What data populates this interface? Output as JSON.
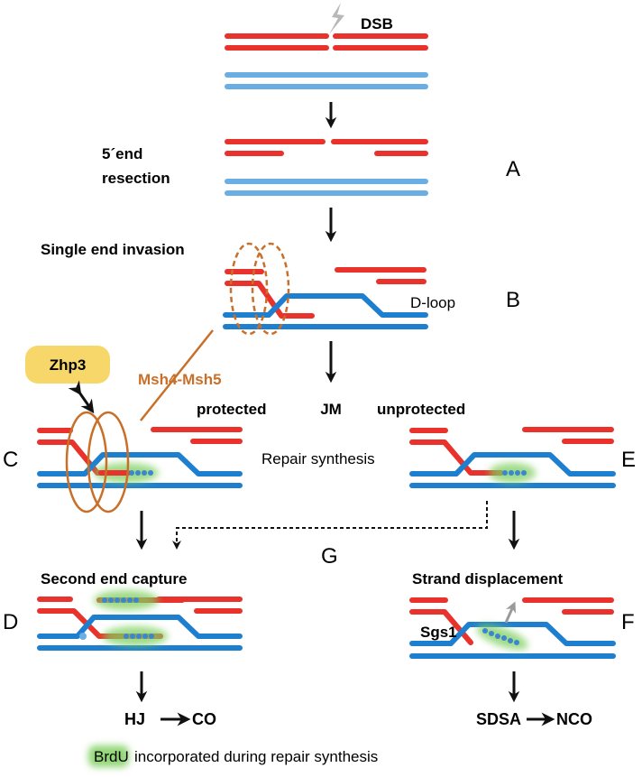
{
  "labels": {
    "dsb": "DSB",
    "resection_line1": "5´end",
    "resection_line2": "resection",
    "single_end_invasion": "Single end invasion",
    "d_loop": "D-loop",
    "zhp3": "Zhp3",
    "msh4_msh5": "Msh4-Msh5",
    "protected": "protected",
    "jm": "JM",
    "unprotected": "unprotected",
    "repair_synthesis": "Repair synthesis",
    "second_end_capture": "Second end capture",
    "strand_displacement": "Strand displacement",
    "sgs1": "Sgs1",
    "hj": "HJ",
    "co": "CO",
    "sdsa": "SDSA",
    "nco": "NCO",
    "brdu": "BrdU",
    "brdu_legend_text": "incorporated during repair synthesis"
  },
  "panel_letters": {
    "a": "A",
    "b": "B",
    "c": "C",
    "d": "D",
    "e": "E",
    "f": "F",
    "g": "G"
  },
  "colors": {
    "red_strand": "#e8322b",
    "light_blue_strand": "#6aaee3",
    "blue_strand": "#1f7fcf",
    "msh_orange": "#c8702a",
    "zhp3_yellow": "#f7d66a",
    "brdu_green": "#7fcf5f",
    "brdu_dot": "#3a86d0",
    "arrow_black": "#111111",
    "sgs1_arrow_gray": "#9a9a9a"
  }
}
